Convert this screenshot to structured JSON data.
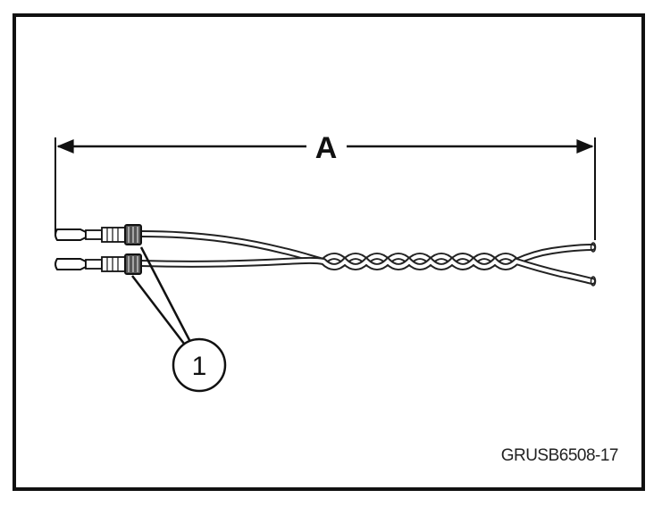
{
  "dimension_label": "A",
  "callout_number": "1",
  "figure_code": "GRUSB6508-17",
  "icons": [
    "twisted-pair-wire-icon",
    "terminal-connector-icon",
    "dimension-arrow-icon"
  ],
  "colors": {
    "line": "#111111",
    "background": "#ffffff"
  }
}
